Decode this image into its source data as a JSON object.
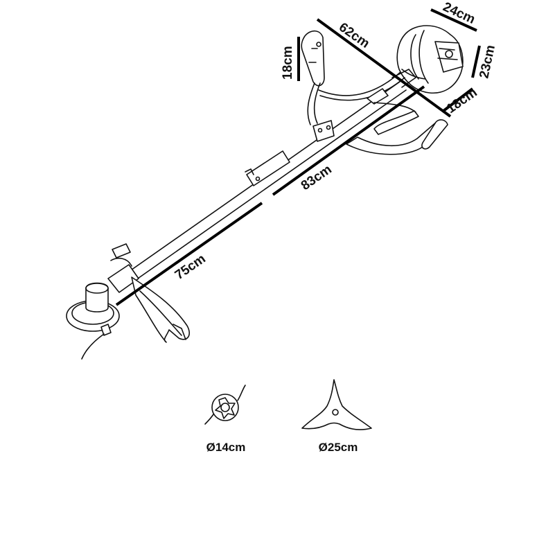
{
  "dimensions": {
    "handle_height": "18cm",
    "handle_to_engine": "62cm",
    "engine_width": "24cm",
    "engine_height": "23cm",
    "engine_depth": "18cm",
    "shaft_upper": "83cm",
    "shaft_lower": "75cm"
  },
  "accessories": {
    "trimmer_head": "Ø14cm",
    "blade": "Ø25cm"
  },
  "colors": {
    "ink": "#111111",
    "background": "#ffffff"
  }
}
